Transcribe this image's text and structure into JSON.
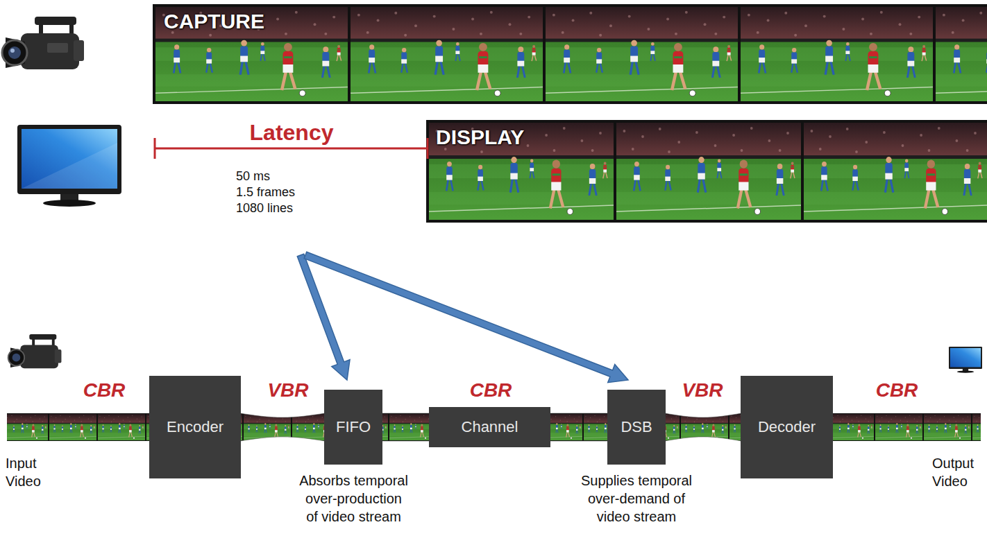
{
  "diagram": {
    "nodes": [
      {
        "text": [
          "Encoder"
        ]
      },
      {
        "text": [
          "FIFO"
        ]
      },
      {
        "text": [
          "Channel"
        ]
      },
      {
        "text": [
          "DSB"
        ]
      },
      {
        "text": [
          "Decoder"
        ]
      }
    ],
    "edges": [
      {
        "from": 0,
        "to": 1,
        "arrow": "none"
      },
      {
        "from": 1,
        "to": 2,
        "arrow": "none"
      },
      {
        "from": 2,
        "to": 3,
        "arrow": "none"
      },
      {
        "from": 3,
        "to": 4,
        "arrow": "none"
      }
    ],
    "labels": [
      "CAPTURE",
      "DISPLAY",
      "Latency",
      "50 ms",
      "1.5 frames",
      "1080 lines",
      "CBR",
      "VBR",
      "CBR",
      "VBR",
      "CBR",
      "Input Video",
      "Output Video",
      "Absorbs temporal over-production of video stream",
      "Supplies temporal over-demand of video stream"
    ]
  }
}
